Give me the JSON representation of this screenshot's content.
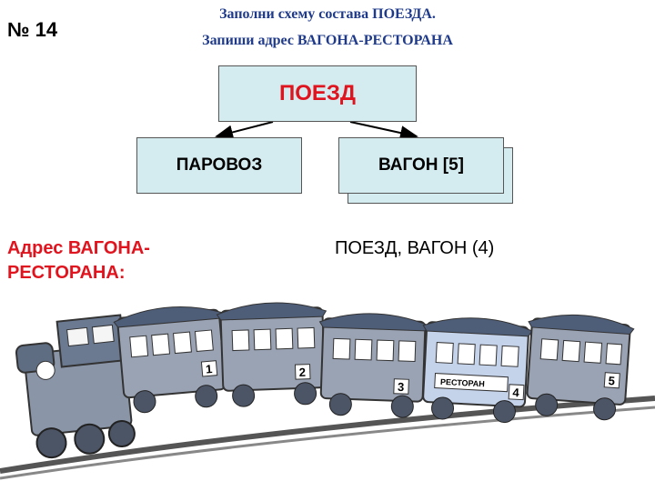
{
  "task": {
    "number": "№ 14"
  },
  "instructions": {
    "line1": "Заполни схему состава ПОЕЗДА.",
    "line2": "Запиши адрес ВАГОНА-РЕСТОРАНА"
  },
  "diagram": {
    "root": "ПОЕЗД",
    "children": [
      "ПАРОВОЗ",
      "ВАГОН [5]"
    ]
  },
  "answer": {
    "label_line1": "Адрес ВАГОНА-",
    "label_line2": "РЕСТОРАНА:",
    "value": "ПОЕЗД, ВАГОН (4)"
  },
  "illustration": {
    "wagon_numbers": [
      "1",
      "2",
      "3",
      "4",
      "5"
    ],
    "restaurant_sign": "РЕСТОРАН"
  },
  "colors": {
    "box_fill": "#d4ecef",
    "root_text": "#e0141e",
    "instruction_text": "#1f3a8a",
    "answer_label": "#e0141e"
  }
}
